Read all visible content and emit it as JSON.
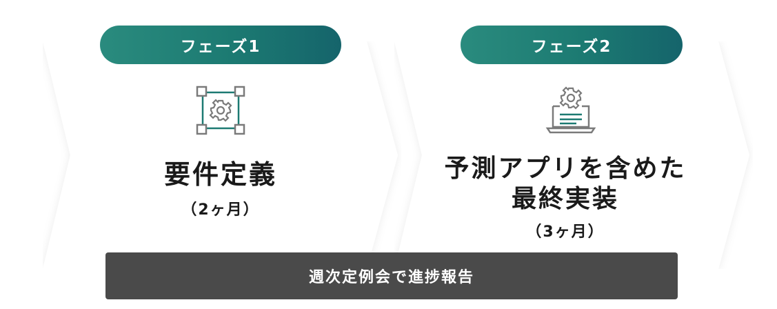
{
  "phases": [
    {
      "label": "フェーズ1",
      "icon": "requirements-gear-frame-icon",
      "title_lines": [
        "要件定義"
      ],
      "duration": "（2ヶ月）"
    },
    {
      "label": "フェーズ2",
      "icon": "laptop-gear-icon",
      "title_lines": [
        "予測アプリを含めた",
        "最終実装"
      ],
      "duration": "（3ヶ月）"
    }
  ],
  "footer": {
    "text": "週次定例会で進捗報告"
  },
  "colors": {
    "accent_teal": "#1c7a72",
    "icon_gray": "#7a7a7a",
    "footer_bg": "#4a4a4a",
    "arrow_bg": "#ffffff"
  }
}
